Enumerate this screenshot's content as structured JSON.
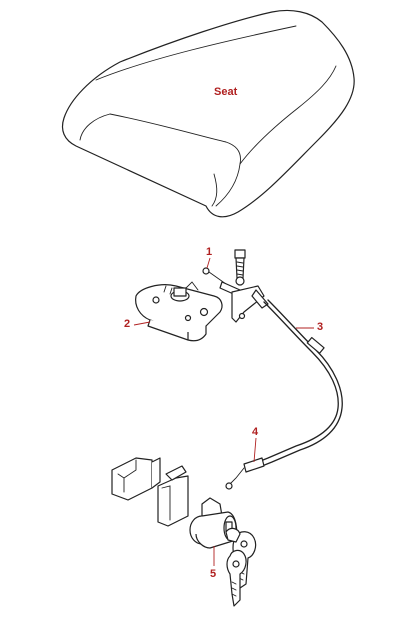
{
  "labels": {
    "seat": "Seat",
    "c1": "1",
    "c2": "2",
    "c3": "3",
    "c4": "4",
    "c5": "5"
  },
  "colors": {
    "callout": "#b02020",
    "outline": "#222222",
    "background": "#ffffff"
  }
}
